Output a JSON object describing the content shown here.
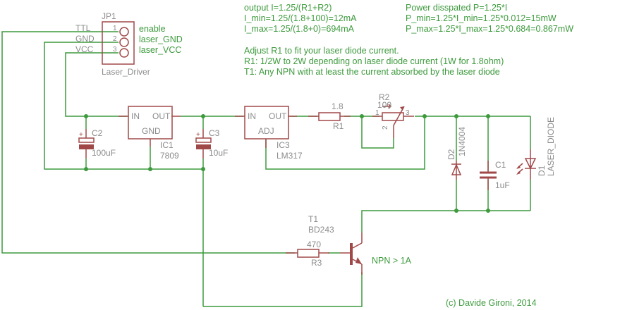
{
  "notes": {
    "formula_left": [
      "output I=1.25/(R1+R2)",
      "I_min=1.25/(1.8+100)=12mA",
      "I_max=1.25/(1.8+0)=694mA"
    ],
    "formula_right": [
      "Power disspated P=1.25*I",
      "P_min=1.25*I_min=1.25*0.012=15mW",
      "P_max=1.25*I_max=1.25*0.684=0.867mW"
    ],
    "instructions": [
      "Adjust R1 to fit your laser diode current.",
      "R1: 1/2W to 2W depending on laser diode current (1W for 1.8ohm)",
      "T1: Any NPN with at least the current absorbed by the laser diode"
    ],
    "transistor_note": "NPN > 1A",
    "copyright": "(c) Davide Gironi, 2014"
  },
  "components": {
    "jp1": {
      "name": "JP1",
      "value": "Laser_Driver",
      "pins": [
        {
          "num": "1",
          "net": "TTL",
          "label": "enable"
        },
        {
          "num": "2",
          "net": "GND",
          "label": "laser_GND"
        },
        {
          "num": "3",
          "net": "VCC",
          "label": "laser_VCC"
        }
      ]
    },
    "c2": {
      "name": "C2",
      "value": "100uF",
      "polarity": "+"
    },
    "ic1": {
      "name": "IC1",
      "value": "7809",
      "pin_in": "IN",
      "pin_out": "OUT",
      "pin_gnd": "GND"
    },
    "c3": {
      "name": "C3",
      "value": "10uF",
      "polarity": "+"
    },
    "ic3": {
      "name": "IC3",
      "value": "LM317",
      "pin_in": "IN",
      "pin_out": "OUT",
      "pin_adj": "ADJ"
    },
    "r1": {
      "name": "R1",
      "value": "1.8"
    },
    "r2": {
      "name": "R2",
      "value": "100",
      "pin1": "1",
      "pin2": "2",
      "pin3": "3"
    },
    "d2": {
      "name": "D2",
      "value": "1N4004"
    },
    "c1": {
      "name": "C1",
      "value": "1uF"
    },
    "d1": {
      "name": "D1",
      "value": "LASER_DIODE"
    },
    "t1": {
      "name": "T1",
      "value": "BD243"
    },
    "r3": {
      "name": "R3",
      "value": "470"
    }
  },
  "colors": {
    "wire": "#3d9a3d",
    "part": "#a04848",
    "label": "#8c8c8c",
    "note": "#3d9a3d"
  }
}
